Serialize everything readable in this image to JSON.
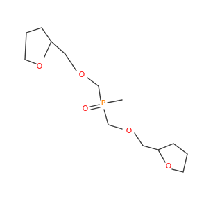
{
  "molecule": {
    "atoms": {
      "o_ring_top": {
        "symbol": "O",
        "color": "#ff0d0d"
      },
      "o_ether_top": {
        "symbol": "O",
        "color": "#ff0d0d"
      },
      "p": {
        "symbol": "P",
        "color": "#ff8000"
      },
      "o_phosphoryl": {
        "symbol": "O",
        "color": "#ff0d0d"
      },
      "o_ether_bottom": {
        "symbol": "O",
        "color": "#ff0d0d"
      },
      "o_ring_bottom": {
        "symbol": "O",
        "color": "#ff0d0d"
      }
    },
    "bond_color": "#3a3a3a"
  }
}
